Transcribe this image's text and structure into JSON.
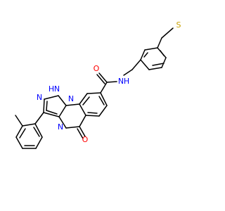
{
  "atoms": {
    "amide_o": {
      "label": "O",
      "color": "#ff0000"
    },
    "amide_nh": {
      "label": "N",
      "color": "#0000ff"
    },
    "amide_h": {
      "label": "H",
      "color": "#0000ff"
    },
    "thioether_s": {
      "label": "S",
      "color": "#c8a000"
    },
    "ring_nh": {
      "label": "N",
      "color": "#0000ff"
    },
    "ring_h": {
      "label": "H",
      "color": "#0000ff"
    },
    "ring_n": {
      "label": "N",
      "color": "#0000ff"
    },
    "fused_n": {
      "label": "N",
      "color": "#0000ff"
    },
    "pyrimidine_n": {
      "label": "N",
      "color": "#0000ff"
    },
    "keto_o": {
      "label": "O",
      "color": "#ff0000"
    }
  }
}
